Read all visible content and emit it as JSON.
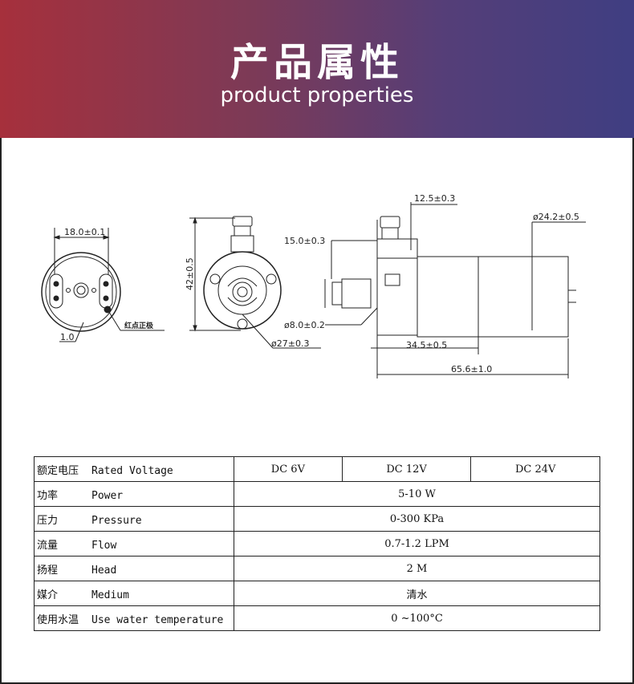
{
  "header": {
    "title": "产品属性",
    "subtitle": "product properties"
  },
  "drawing": {
    "left_view": {
      "width_dim": "18.0±0.1",
      "tab_dim": "1.0",
      "marker_note": "红点正极"
    },
    "front_view": {
      "height_dim": "42±0.5",
      "diameter_dim": "ø27±0.3"
    },
    "side_view": {
      "outlet_dim": "12.5±0.3",
      "inlet_offset_dim": "15.0±0.3",
      "inlet_diameter_dim": "ø8.0±0.2",
      "body_diameter_dim": "ø24.2±0.5",
      "pump_length_dim": "34.5±0.5",
      "total_length_dim": "65.6±1.0"
    }
  },
  "specs": {
    "rows": [
      {
        "cn": "额定电压",
        "en": "Rated Voltage",
        "values": [
          "DC 6V",
          "DC 12V",
          "DC 24V"
        ]
      },
      {
        "cn": "功率",
        "en": "Power",
        "value": "5-10 W"
      },
      {
        "cn": "压力",
        "en": "Pressure",
        "value": "0-300 KPa"
      },
      {
        "cn": "流量",
        "en": "Flow",
        "value": "0.7-1.2 LPM"
      },
      {
        "cn": "扬程",
        "en": "Head",
        "value": "2 M"
      },
      {
        "cn": "媒介",
        "en": "Medium",
        "value": "清水"
      },
      {
        "cn": "使用水温",
        "en": "Use water temperature",
        "value": "0 ~100°C"
      }
    ]
  }
}
